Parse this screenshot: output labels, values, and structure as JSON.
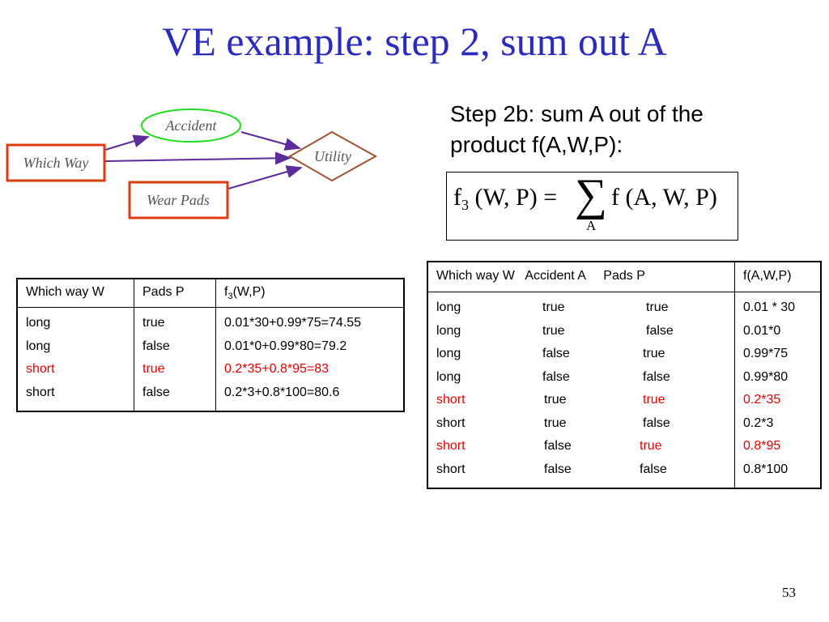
{
  "title": "VE example: step 2, sum out A",
  "diagram": {
    "nodes": {
      "accident": "Accident",
      "utility": "Utility",
      "which_way": "Which Way",
      "wear_pads": "Wear Pads"
    },
    "colors": {
      "decision_border": "#e03b10",
      "chance_border": "#22dd22",
      "utility_border": "#a0522d",
      "arrow": "#5b2c9a"
    }
  },
  "step": {
    "line1": "Step 2b: sum A out of the",
    "line2": "product f(A,W,P):"
  },
  "formula": {
    "lhs_f": "f",
    "lhs_sub": "3",
    "lhs_args": "(W, P) =",
    "sigma": "∑",
    "sigma_sub": "A",
    "rhs": "f (A, W, P)"
  },
  "table1": {
    "headers": [
      "Which way W",
      "Pads P",
      "f",
      "3",
      "(W,P)"
    ],
    "col1": [
      "long",
      "long",
      "short",
      "short"
    ],
    "col2": [
      "true",
      "false",
      "true",
      "false"
    ],
    "col3": [
      "0.01*30+0.99*75=74.55",
      "0.01*0+0.99*80=79.2",
      "0.2*35+0.8*95=83",
      "0.2*3+0.8*100=80.6"
    ],
    "highlight_color": "#e60000"
  },
  "table2": {
    "headers": [
      "Which way W   Accident A     Pads P",
      "f(A,W,P)"
    ],
    "col_w": [
      "long",
      "long",
      "long",
      "long",
      "short",
      "short",
      "short",
      "short"
    ],
    "col_a": [
      "true",
      "true",
      "false",
      "false",
      "true",
      "true",
      "false",
      "false"
    ],
    "col_p": [
      "true",
      "false",
      "true",
      "false",
      "true",
      "false",
      "true",
      "false"
    ],
    "col_f": [
      "0.01 * 30",
      "0.01*0",
      "0.99*75",
      "0.99*80",
      "0.2*35",
      "0.2*3",
      "0.8*95",
      "0.8*100"
    ]
  },
  "page_number": "53"
}
